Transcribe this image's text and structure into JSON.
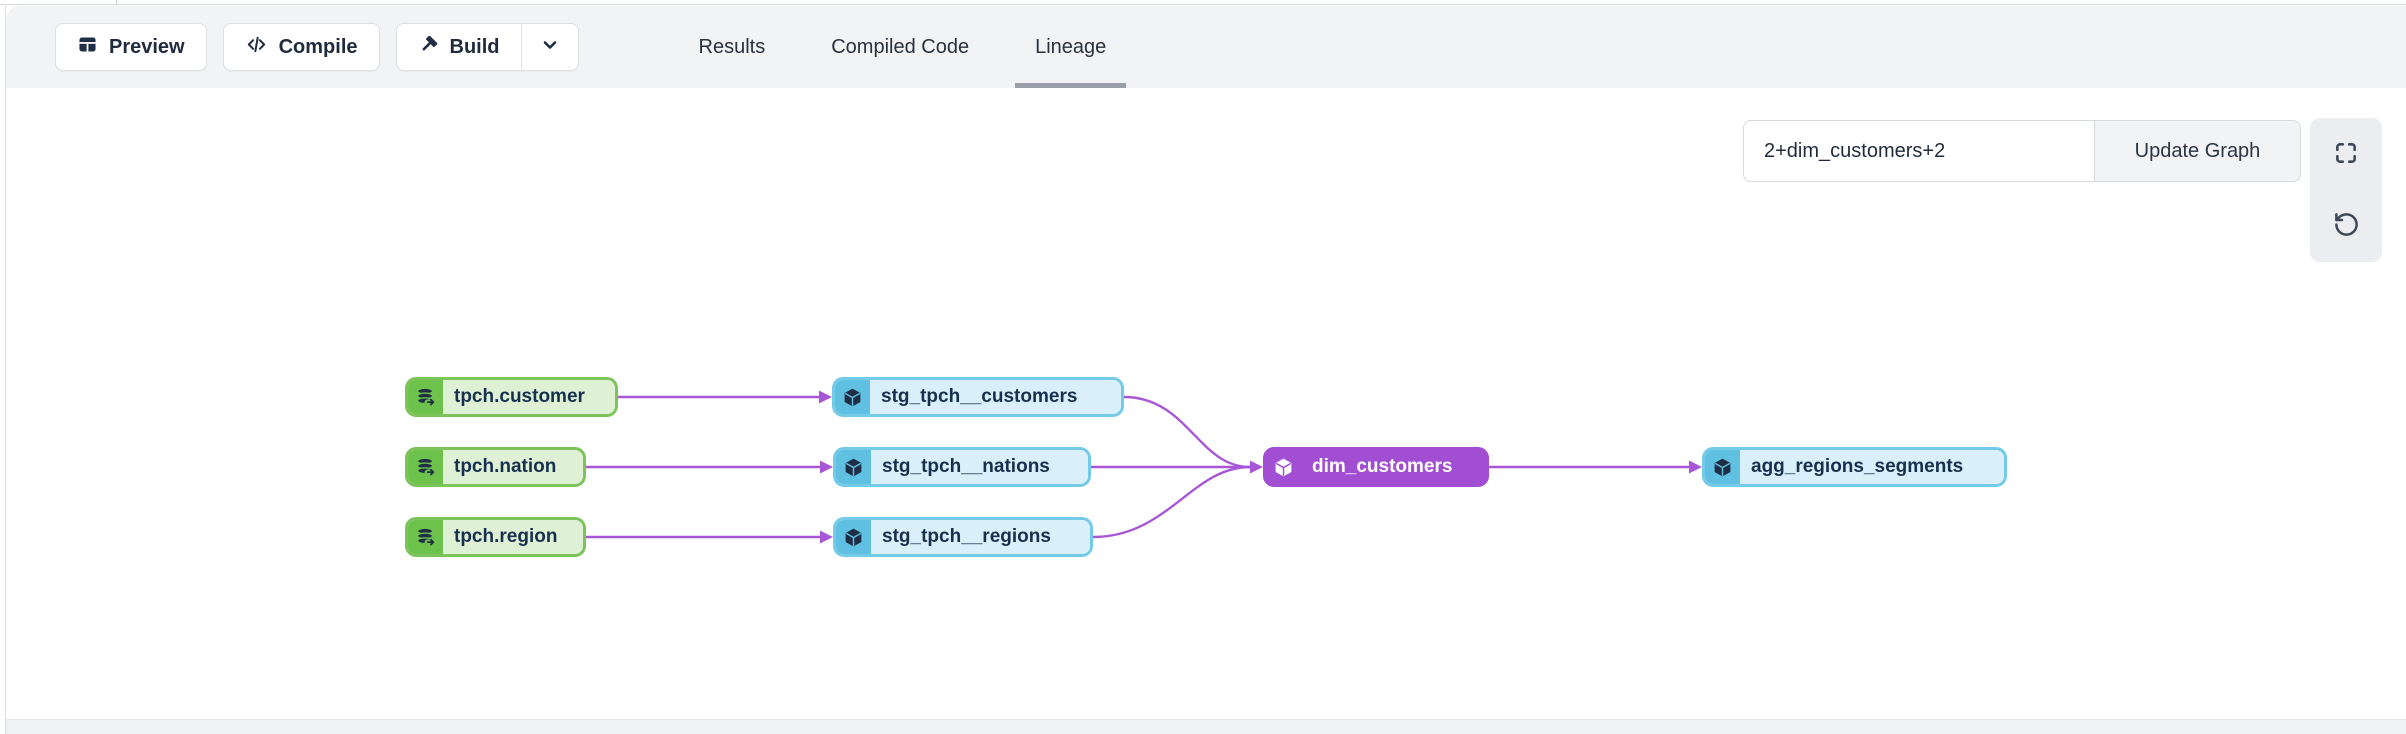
{
  "toolbar": {
    "preview_label": "Preview",
    "compile_label": "Compile",
    "build_label": "Build"
  },
  "tabs": [
    {
      "label": "Results",
      "active": false
    },
    {
      "label": "Compiled Code",
      "active": false
    },
    {
      "label": "Lineage",
      "active": true
    }
  ],
  "lineage_controls": {
    "selector_value": "2+dim_customers+2",
    "update_button_label": "Update Graph"
  },
  "graph": {
    "nodes": [
      {
        "label": "tpch.customer",
        "type": "source"
      },
      {
        "label": "tpch.nation",
        "type": "source"
      },
      {
        "label": "tpch.region",
        "type": "source"
      },
      {
        "label": "stg_tpch__customers",
        "type": "model"
      },
      {
        "label": "stg_tpch__nations",
        "type": "model"
      },
      {
        "label": "stg_tpch__regions",
        "type": "model"
      },
      {
        "label": "dim_customers",
        "type": "model",
        "selected": true
      },
      {
        "label": "agg_regions_segments",
        "type": "model"
      }
    ],
    "edges": [
      {
        "from": "tpch.customer",
        "to": "stg_tpch__customers"
      },
      {
        "from": "tpch.nation",
        "to": "stg_tpch__nations"
      },
      {
        "from": "tpch.region",
        "to": "stg_tpch__regions"
      },
      {
        "from": "stg_tpch__customers",
        "to": "dim_customers"
      },
      {
        "from": "stg_tpch__nations",
        "to": "dim_customers"
      },
      {
        "from": "stg_tpch__regions",
        "to": "dim_customers"
      },
      {
        "from": "dim_customers",
        "to": "agg_regions_segments"
      }
    ]
  },
  "icons": {
    "preview": "table-grid-icon",
    "compile": "code-icon",
    "build": "hammer-icon",
    "build_menu": "chevron-down-icon",
    "source_node": "database-icon",
    "model_node": "cube-icon",
    "fullscreen": "maximize-icon",
    "reset": "rotate-ccw-icon"
  },
  "colors": {
    "edge": "#a757d6",
    "source_accent": "#6cc24a",
    "model_accent": "#5fc0e1",
    "selected_accent": "#a24ed2",
    "toolbar_bg": "#f2f3f5"
  }
}
